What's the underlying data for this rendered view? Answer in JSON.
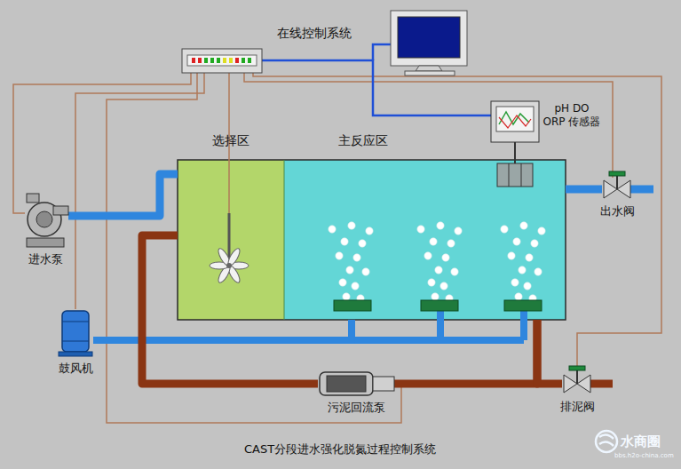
{
  "diagram": {
    "caption": "CAST分段进水强化脱氮过程控制系统",
    "nodes": [
      {
        "text": [
          "选择区"
        ]
      },
      {
        "text": [
          "主反应区"
        ]
      },
      {
        "text": [
          "pH DO ORP 传感器"
        ]
      },
      {
        "text": [
          "进水泵"
        ]
      },
      {
        "text": [
          "鼓风机"
        ]
      },
      {
        "text": [
          "污泥回流泵"
        ]
      },
      {
        "text": [
          "出水阀"
        ]
      },
      {
        "text": [
          "排泥阀"
        ]
      }
    ],
    "edges": [
      {
        "from": 3,
        "to": 0,
        "arrow": "none"
      },
      {
        "from": 4,
        "to": 1,
        "arrow": "none"
      },
      {
        "from": 1,
        "to": 5,
        "arrow": "none"
      },
      {
        "from": 5,
        "to": 0,
        "arrow": "none"
      },
      {
        "from": 1,
        "to": 7,
        "arrow": "none"
      },
      {
        "from": 1,
        "to": 6,
        "arrow": "none"
      },
      {
        "from": 2,
        "to": 1,
        "arrow": "none"
      }
    ],
    "labels": [
      "在线控制系统",
      "水商圈",
      "bbs.h2o-china.com"
    ]
  }
}
